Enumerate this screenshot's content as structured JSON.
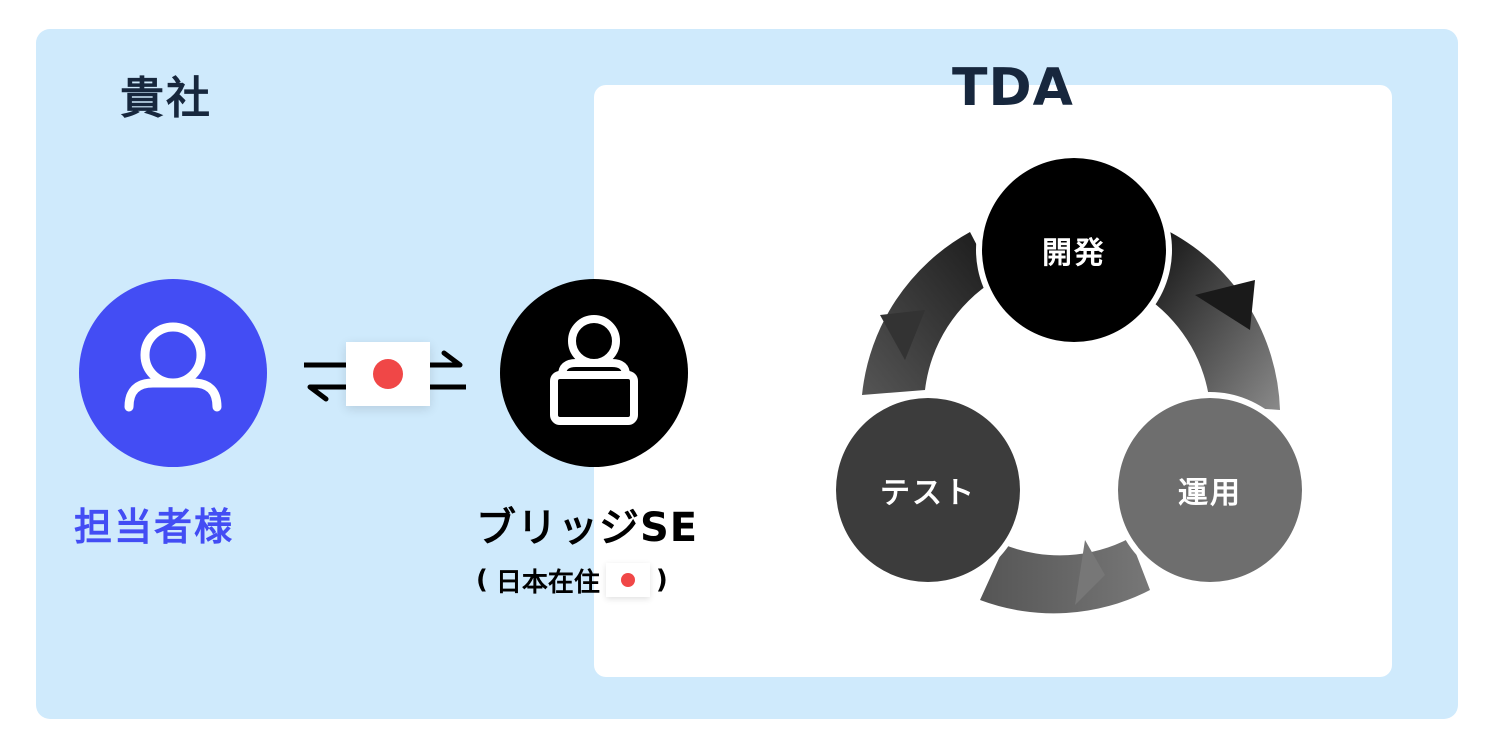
{
  "client": {
    "title": "貴社",
    "contact_label": "担当者様"
  },
  "tda": {
    "title": "TDA",
    "bridge_se_label": "ブリッジSE",
    "residence_open": "(",
    "residence_text": "日本在住",
    "residence_close": ")"
  },
  "cycle": {
    "stages": [
      "開発",
      "運用",
      "テスト"
    ]
  },
  "colors": {
    "client_bg": "#cfeafc",
    "accent_blue": "#434df4",
    "title_navy": "#17273d",
    "flag_red": "#f04747"
  },
  "icons": {
    "contact": "person-icon",
    "bridge_se": "person-at-laptop-icon",
    "exchange": "bidirectional-arrows-icon",
    "flag": "japan-flag-icon"
  }
}
